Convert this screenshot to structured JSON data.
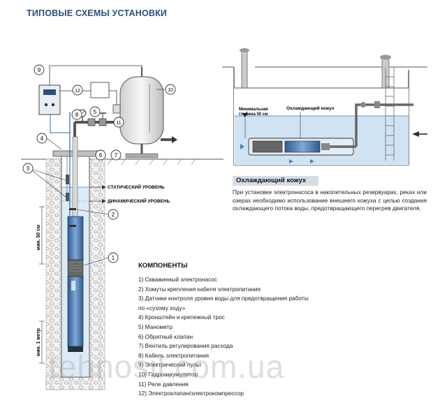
{
  "title": "ТИПОВЫЕ СХЕМЫ УСТАНОВКИ",
  "callouts": [
    "1",
    "2",
    "3",
    "4",
    "5",
    "6",
    "7",
    "8",
    "9",
    "10",
    "11",
    "12"
  ],
  "labels": {
    "static_level": "СТАТИЧЕСКИЙ УРОВЕНЬ",
    "dynamic_level": "ДИНАМИЧЕСКИЙ УРОВЕНЬ",
    "min_50": "мин. 50 см",
    "min_1m": "мин. 1 метр",
    "min_depth_line1": "Минимальная",
    "min_depth_line2": "глубина 50 см",
    "cooling_jacket_label": "Охлаждающий кожух"
  },
  "cooling": {
    "heading": "Охлаждающий кожух",
    "text": "При установке электронасоса в накопительных резервуарах, реках или озерах необходимо использование внешнего кожуха с целью создания охлаждающего потока воды, предотвращающего перегрев двигателя."
  },
  "components": {
    "heading": "КОМПОНЕНТЫ",
    "items": [
      "1) Скважинный электронасос",
      "2) Хомуты крепления кабеля электропитания",
      "3) Датчики контроля уровня воды для предотвращения работы",
      "по «сухому ходу»",
      "4) Кронштейн и крепежный трос",
      "5) Манометр",
      "6) Обратный клапан",
      "7) Вентиль регулирования расхода",
      "8) Кабель электропитания",
      "9) Электрический пульт",
      "10) Гидроаккумулятор",
      "11) Реле давления",
      "12) Электроклапан/электрокомпрессор"
    ]
  },
  "watermark": "tehnosil.com.ua",
  "colors": {
    "title": "#2b4f7e",
    "water": "#cfe3f3",
    "pump": "#3b6ea8",
    "line": "#3a3a3a"
  }
}
